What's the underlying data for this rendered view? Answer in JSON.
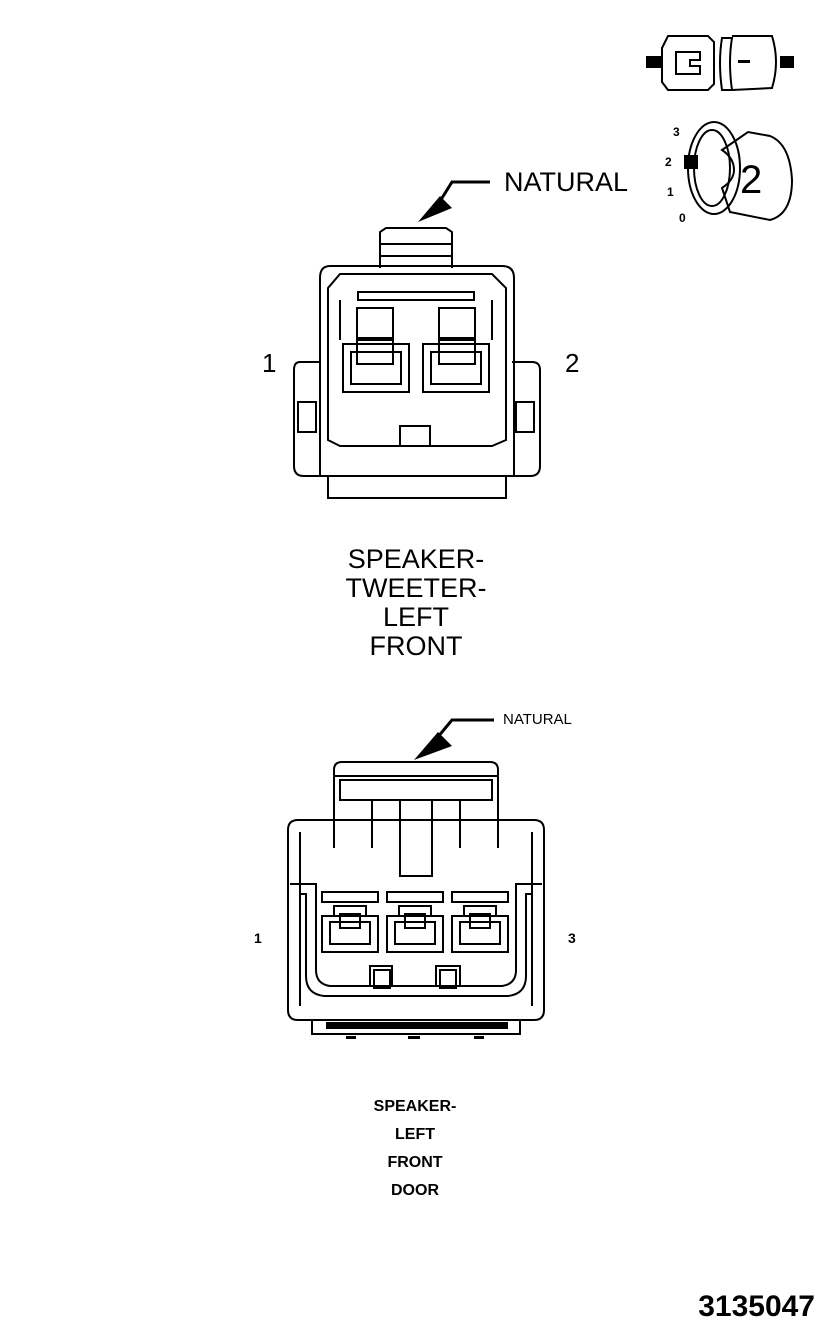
{
  "top_connector": {
    "color_label": "NATURAL",
    "pin_left": "1",
    "pin_right": "2",
    "title_lines": [
      "SPEAKER-",
      "TWEETER-",
      "LEFT",
      "FRONT"
    ]
  },
  "bottom_connector": {
    "color_label": "NATURAL",
    "pin_left": "1",
    "pin_right": "3",
    "title_lines": [
      "SPEAKER-",
      "LEFT",
      "FRONT",
      "DOOR"
    ]
  },
  "key_icon": {
    "scale": [
      "3",
      "2",
      "1",
      "0"
    ],
    "value": "2"
  },
  "figure_number": "3135047"
}
